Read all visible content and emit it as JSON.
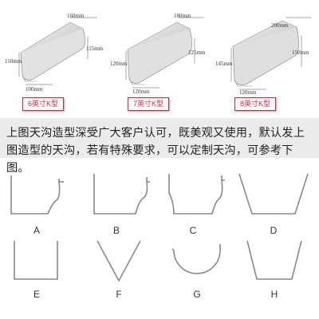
{
  "products": [
    {
      "tag": "6英寸K型",
      "dims": {
        "top": "160mm",
        "left_h": "110mm",
        "right_h": "115mm",
        "bottom": "100mm"
      }
    },
    {
      "tag": "7英寸K型",
      "dims": {
        "top": "180mm",
        "left_h": "120mm",
        "right_h": "125mm",
        "bottom": "120mm"
      }
    },
    {
      "tag": "8英寸K型",
      "dims": {
        "top": "200mm",
        "left_h": "145mm",
        "right_h": "150mm",
        "bottom": "120mm"
      }
    }
  ],
  "description": "上图天沟造型深受广大客户认可，既美观又使用，默认发上图造型的天沟，若有特殊要求，可以定制天沟，可参考下图。",
  "shapes": [
    "A",
    "B",
    "C",
    "D",
    "E",
    "F",
    "G",
    "H"
  ],
  "colors": {
    "tag": "#d7263d",
    "band": "#ebebeb",
    "metal": "#d9d9d9",
    "line": "#888888"
  }
}
